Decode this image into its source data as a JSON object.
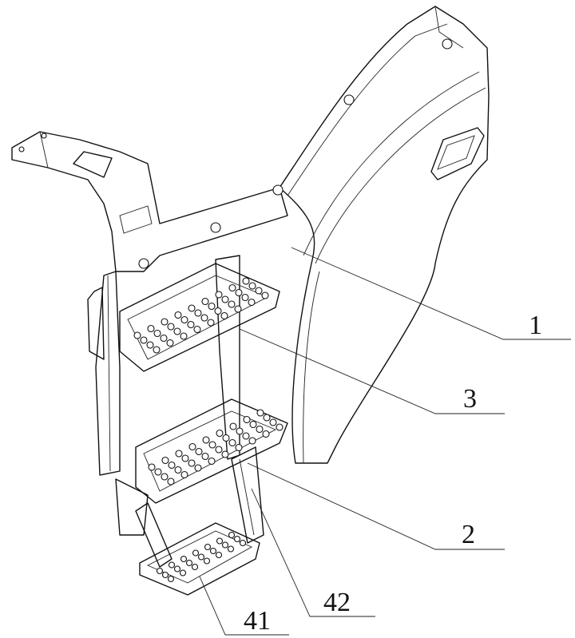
{
  "figure": {
    "colors": {
      "ink": "#111111",
      "background": "#ffffff"
    },
    "labels": [
      {
        "id": "1",
        "text": "1"
      },
      {
        "id": "3",
        "text": "3"
      },
      {
        "id": "2",
        "text": "2"
      },
      {
        "id": "42",
        "text": "42"
      },
      {
        "id": "41",
        "text": "41"
      }
    ]
  }
}
